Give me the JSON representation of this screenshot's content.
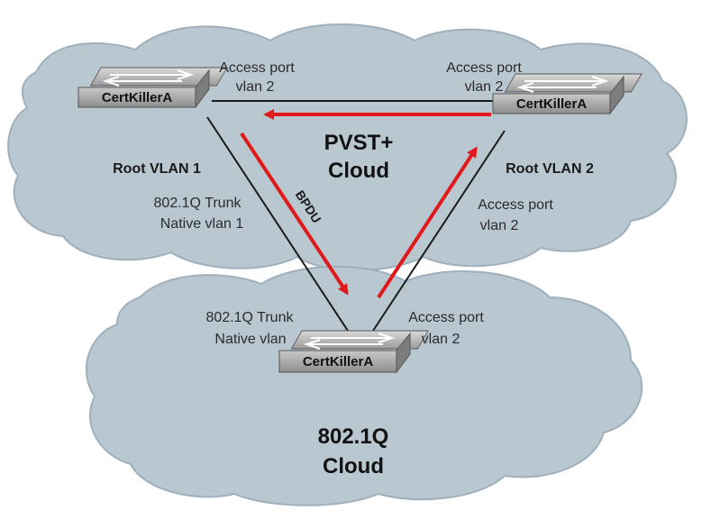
{
  "switches": {
    "top_left": "CertKillerA",
    "top_right": "CertKillerA",
    "bottom": "CertKillerA"
  },
  "clouds": {
    "top_title_line1": "PVST+",
    "top_title_line2": "Cloud",
    "bottom_title_line1": "802.1Q",
    "bottom_title_line2": "Cloud"
  },
  "labels": {
    "top_left_access_line1": "Access port",
    "top_left_access_line2": "vlan 2",
    "top_right_access_line1": "Access port",
    "top_right_access_line2": "vlan 2",
    "root_vlan1": "Root VLAN 1",
    "root_vlan2": "Root VLAN 2",
    "left_trunk_line1": "802.1Q Trunk",
    "left_trunk_line2": "Native vlan 1",
    "right_access_line1": "Access port",
    "right_access_line2": "vlan 2",
    "bottom_trunk_line1": "802.1Q Trunk",
    "bottom_trunk_line2": "Native vlan",
    "bottom_access_line1": "Access port",
    "bottom_access_line2": "vlan 2",
    "bpdu": "BPDU"
  },
  "colors": {
    "cloud_fill": "#b9c7d1",
    "cloud_stroke": "#9fb0bc",
    "arrow_red": "#e0191b",
    "link": "#1a1a1a"
  }
}
